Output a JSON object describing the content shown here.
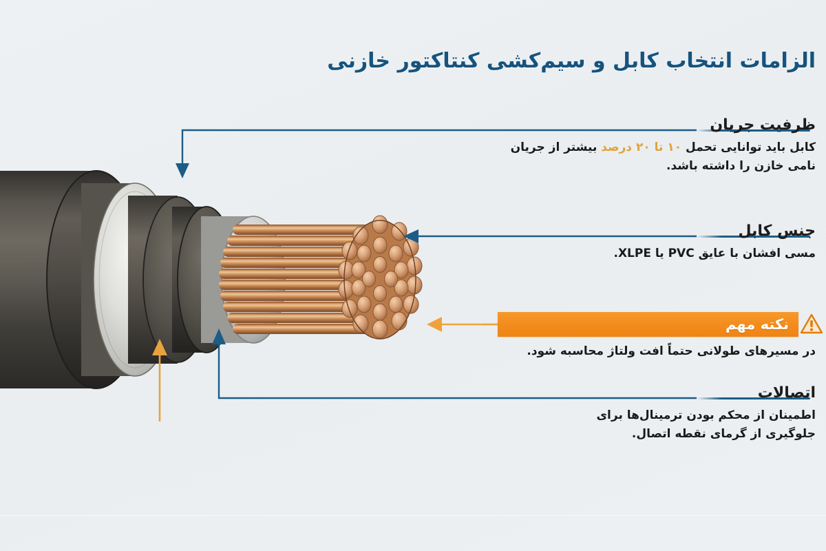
{
  "page": {
    "title": "الزامات انتخاب کابل و سیم‌کشی  کنتاکتور خازنی",
    "background_color": "#ecf0f2",
    "title_color": "#16537e",
    "accent_blue": "#1d5c86",
    "accent_orange": "#f08a17",
    "highlight_color": "#e0a33c"
  },
  "illustration": {
    "name": "power-cable-cutaway",
    "description": "برش کابل قدرت با لایه‌های روکش، عایق و هادی مسی افشان",
    "layers": [
      {
        "name": "outer-jacket",
        "color": "#4a4843"
      },
      {
        "name": "armour-shield",
        "color": "#3c3b38"
      },
      {
        "name": "bedding-insulation",
        "color": "#d9d9d4"
      },
      {
        "name": "inner-sheath",
        "color": "#55534e"
      },
      {
        "name": "xlpe-insulation",
        "color": "#e2e3e1"
      },
      {
        "name": "copper-conductor",
        "color": "#c07a46"
      }
    ]
  },
  "annotations": [
    {
      "id": "current-capacity",
      "heading": "ظرفیت جریان",
      "body_before": "کابل باید توانایی تحمل ",
      "body_highlight": "۱۰ تا ۲۰ درصد",
      "body_after": " بیشتر از جریان نامی خازن را داشته باشد.",
      "arrow": "down-arrow-to-jacket",
      "arrow_color": "#1d5c86"
    },
    {
      "id": "cable-type",
      "heading": "جنس کابل",
      "body": "مسی افشان با عایق PVC یا XLPE.",
      "arrow": "left-arrow-to-conductor",
      "arrow_color": "#1d5c86"
    },
    {
      "id": "important-note",
      "heading": "نکته مهم",
      "body": "در مسیرهای طولانی حتماً افت ولتاژ محاسبه شود.",
      "arrow": "left-arrow-to-conductor",
      "arrow_color": "#f08a17",
      "style": "orange-banner",
      "icon": "warning-triangle-icon"
    },
    {
      "id": "connections",
      "heading": "اتصالات",
      "body_line1": "اطمینان از محکم بودن ترمینال‌ها برای",
      "body_line2": "جلوگیری از گرمای نقطه اتصال.",
      "arrow": "up-arrow-to-insulation",
      "arrow_color": "#1d5c86"
    }
  ],
  "extra_markers": [
    {
      "id": "inner-sheath-marker",
      "arrow": "up-arrow-orange",
      "color": "#e8a33f"
    }
  ]
}
